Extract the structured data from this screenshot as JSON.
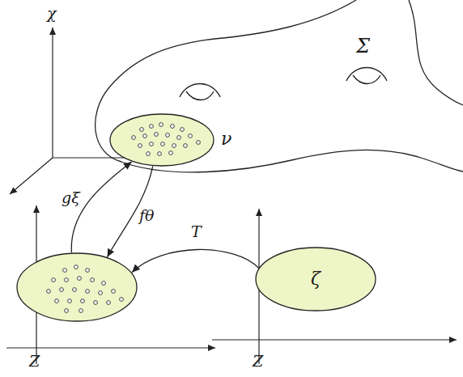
{
  "diagram": {
    "nodes": [
      {
        "text": [
          "Σ"
        ]
      },
      {
        "text": [
          "ν"
        ],
        "in": 0
      },
      {
        "text": []
      },
      {
        "text": [
          "ζ"
        ]
      }
    ],
    "edges": [
      {
        "from": 2,
        "to": 1,
        "arrow": "to",
        "label": "gξ"
      },
      {
        "from": 1,
        "to": 2,
        "arrow": "to",
        "label": "fθ"
      },
      {
        "from": 3,
        "to": 2,
        "arrow": "to",
        "label": "T"
      }
    ],
    "labels": [
      "χ",
      "Z",
      "Z"
    ]
  }
}
